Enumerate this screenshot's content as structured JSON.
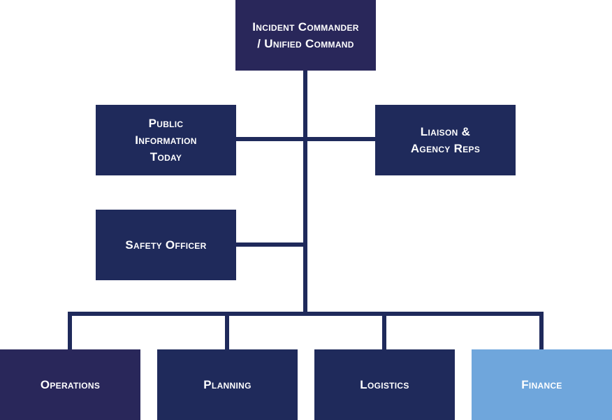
{
  "org_chart": {
    "command": {
      "label": "Incident Commander\n/ Unified Command"
    },
    "command_staff": {
      "public_information": "Public\nInformation\nToday",
      "liaison": "Liaison &\nAgency Reps",
      "safety": "Safety Officer"
    },
    "general_staff": {
      "operations": "Operations",
      "planning": "Planning",
      "logistics": "Logistics",
      "finance": "Finance"
    }
  },
  "colors": {
    "box_dark": "#1f2a5b",
    "box_purple_dark": "#29275a",
    "box_light_blue": "#6fa6dc",
    "connector": "#1f2a5b",
    "text": "#ffffff"
  }
}
